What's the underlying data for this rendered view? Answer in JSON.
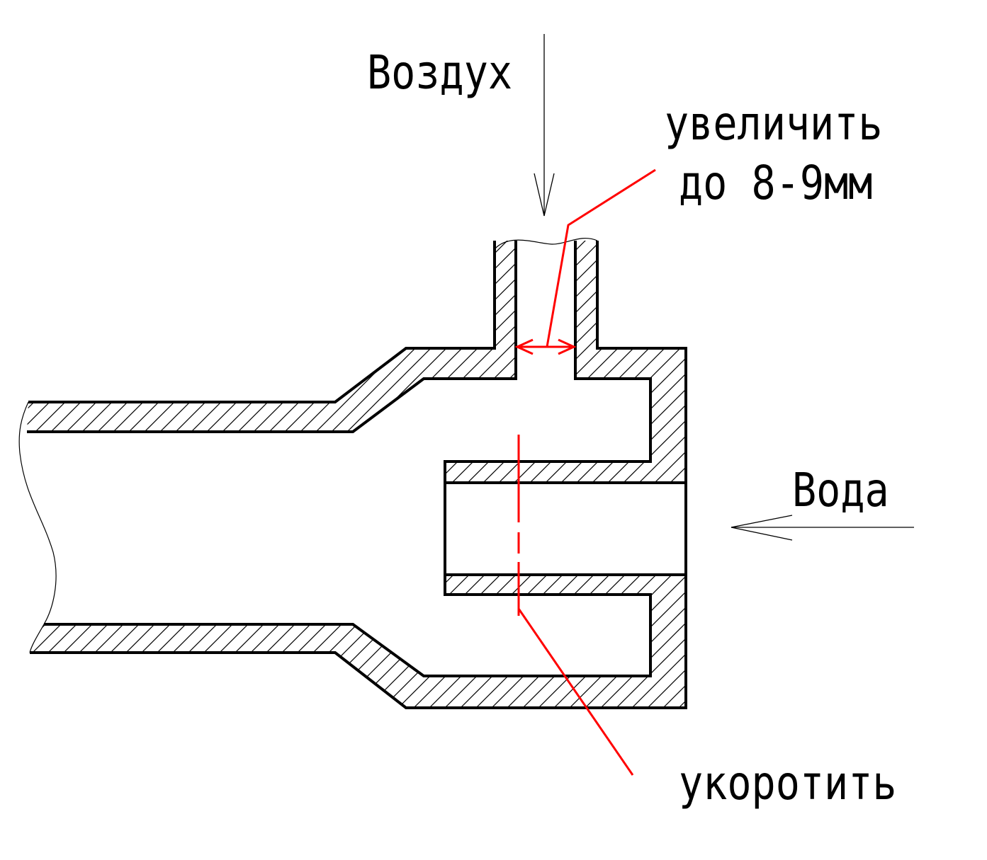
{
  "labels": {
    "air": "Воздух",
    "water": "Вода",
    "increase_line1": "увеличить",
    "increase_line2": "до 8-9мм",
    "shorten": "укоротить"
  },
  "colors": {
    "ink": "#000000",
    "annotation": "#ff0000",
    "background": "#ffffff"
  }
}
